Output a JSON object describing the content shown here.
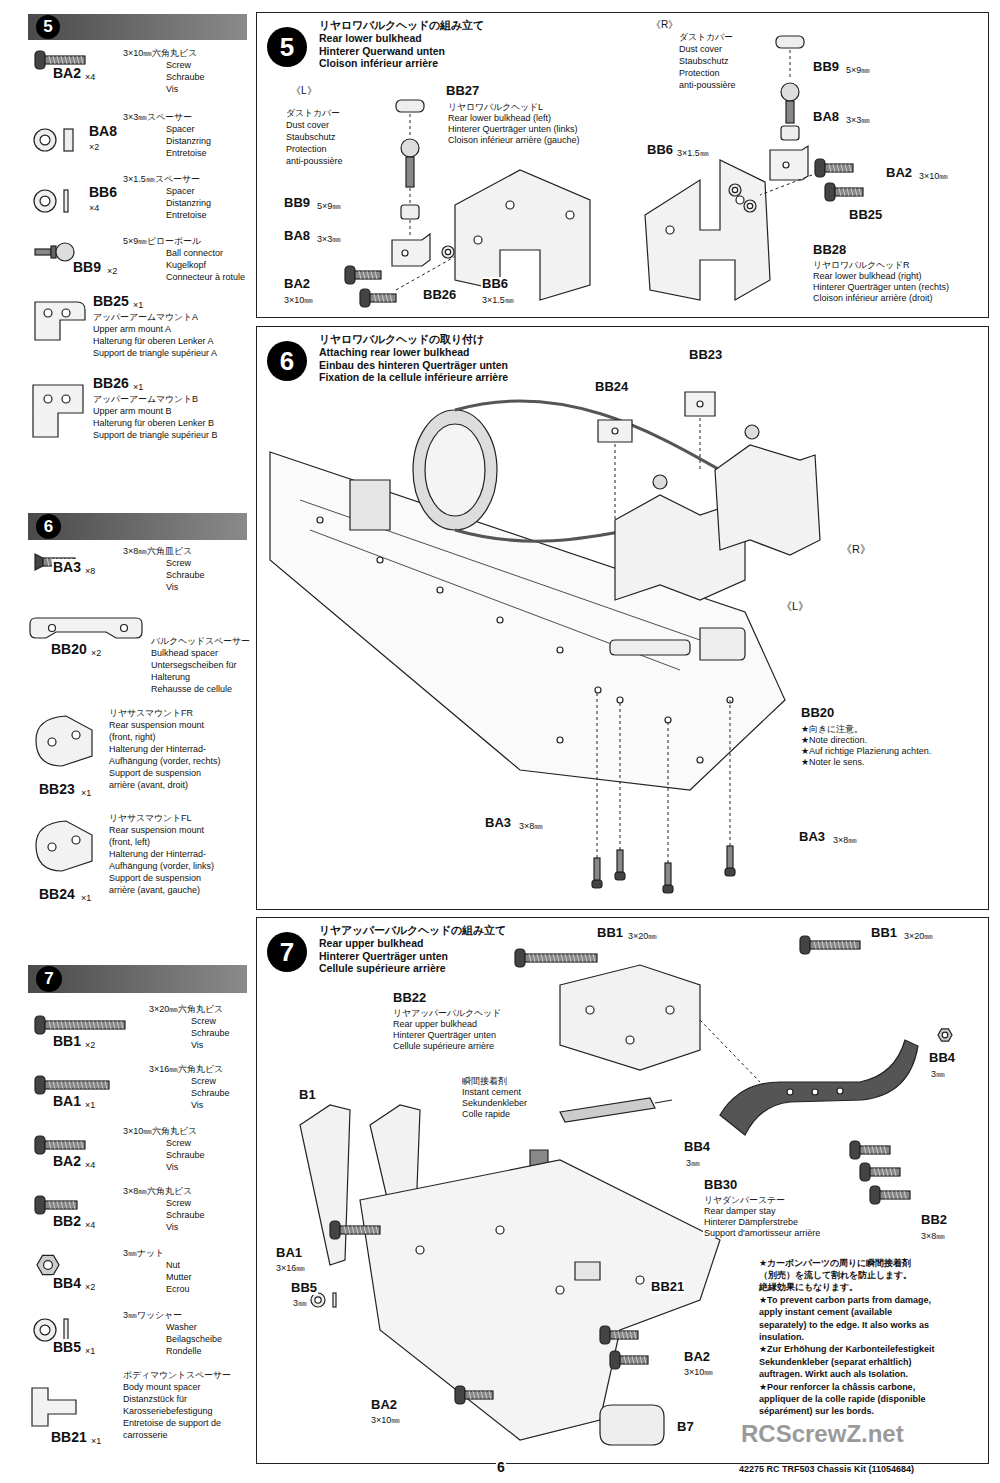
{
  "diagram": {
    "nodes": [
      {
        "text": [
          "5"
        ]
      },
      {
        "text": [
          "6"
        ]
      },
      {
        "text": [
          "7"
        ]
      },
      {
        "text": [
          "リヤロワバルクヘッドの組み立て",
          "Rear lower bulkhead",
          "Hinterer Querwand unten",
          "Cloison inférieur arrière"
        ]
      },
      {
        "text": [
          "5"
        ],
        "in": 3
      },
      {
        "text": [
          "リヤロワバルクヘッドの取り付け",
          "Attaching rear lower bulkhead",
          "Einbau des hinteren Querträger unten",
          "Fixation de la cellule inférieure arrière"
        ]
      },
      {
        "text": [
          "6"
        ],
        "in": 5
      },
      {
        "text": [
          "リヤアッパーバルクヘッドの組み立て",
          "Rear upper bulkhead",
          "Hinterer Querträger unten",
          "Cellule supérieure arrière"
        ]
      },
      {
        "text": [
          "7"
        ],
        "in": 7
      }
    ],
    "labels": [
      "BA2",
      "×4",
      "3×10㎜六角丸ビス",
      "Screw",
      "Schraube",
      "Vis",
      "BA8",
      "×2",
      "3×3㎜スペーサー",
      "Spacer",
      "Distanzring",
      "Entretoise",
      "BB6",
      "×4",
      "3×1.5㎜スペーサー",
      "Spacer",
      "Distanzring",
      "Entretoise",
      "BB9",
      "×2",
      "5×9㎜ピローボール",
      "Ball connector",
      "Kugelkopf",
      "Connecteur à rotule",
      "BB25",
      "×1",
      "アッパーアームマウントA",
      "Upper arm mount A",
      "Halterung für oberen Lenker A",
      "Support de triangle supérieur A",
      "BB26",
      "×1",
      "アッパーアームマウントB",
      "Upper arm mount B",
      "Halterung für oberen Lenker B",
      "Support de triangle supérieur B",
      "BA3",
      "×8",
      "3×8㎜六角皿ビス",
      "Screw",
      "Schraube",
      "Vis",
      "BB20",
      "×2",
      "バルクヘッドスペーサー",
      "Bulkhead spacer",
      "Untersegscheiben für",
      "Halterung",
      "Rehausse de cellule",
      "リヤサスマウントFR",
      "Rear suspension mount",
      "(front, right)",
      "Halterung der Hinterrad-",
      "Aufhängung (vorder, rechts)",
      "Support de suspension",
      "arrière (avant, droit)",
      "BB23",
      "×1",
      "リヤサスマウントFL",
      "Rear suspension mount",
      "(front, left)",
      "Halterung der Hinterrad-",
      "Aufhängung (vorder, links)",
      "Support de suspension",
      "arrière (avant, gauche)",
      "BB24",
      "×1",
      "BB1",
      "×2",
      "3×20㎜六角丸ビス",
      "Screw",
      "Schraube",
      "Vis",
      "BA1",
      "×1",
      "3×16㎜六角丸ビス",
      "Screw",
      "Schraube",
      "Vis",
      "BA2",
      "×4",
      "3×10㎜六角丸ビス",
      "Screw",
      "Schraube",
      "Vis",
      "BB2",
      "×4",
      "3×8㎜六角丸ビス",
      "Screw",
      "Schraube",
      "Vis",
      "BB4",
      "×2",
      "3㎜ナット",
      "Nut",
      "Mutter",
      "Ecrou",
      "BB5",
      "×1",
      "3㎜ワッシャー",
      "Washer",
      "Beilagscheibe",
      "Rondelle",
      "BB21",
      "×1",
      "ボディマウントスペーサー",
      "Body mount spacer",
      "Distanzstück für",
      "Karosseriebefestigung",
      "Entretoise de support de",
      "carrosserie",
      "《L》",
      "ダストカバー",
      "Dust cover",
      "Staubschutz",
      "Protection",
      "anti-poussière",
      "BB27",
      "リヤロワバルクヘッドL",
      "Rear lower bulkhead (left)",
      "Hinterer Querträger unten (links)",
      "Cloison inférieur arrière (gauche)",
      "BB9",
      "5×9㎜",
      "BA8",
      "3×3㎜",
      "BA2",
      "3×10㎜",
      "BB26",
      "BB6",
      "3×1.5㎜",
      "《R》",
      "ダストカバー",
      "Dust cover",
      "Staubschutz",
      "Protection",
      "anti-poussière",
      "BB9",
      "5×9㎜",
      "BA8",
      "3×3㎜",
      "BB6",
      "3×1.5㎜",
      "BA2",
      "3×10㎜",
      "BB25",
      "BB28",
      "リヤロワバルクヘッドR",
      "Rear lower bulkhead (right)",
      "Hinterer Querträger unten (rechts)",
      "Cloison inférieur arrière (droit)",
      "BB23",
      "BB24",
      "《R》",
      "《L》",
      "BB20",
      "★向きに注意。",
      "★Note direction.",
      "★Auf richtige Plazierung achten.",
      "★Noter le sens.",
      "BA3",
      "3×8㎜",
      "BA3",
      "3×8㎜",
      "BB1",
      "3×20㎜",
      "BB1",
      "3×20㎜",
      "BB22",
      "リヤアッパーバルクヘッド",
      "Rear upper bulkhead",
      "Hinterer Querträger unten",
      "Cellule supérieure arrière",
      "瞬間接着剤",
      "Instant cement",
      "Sekundenkleber",
      "Colle rapide",
      "BB4",
      "3㎜",
      "BB4",
      "3㎜",
      "BB30",
      "リヤダンパーステー",
      "Rear damper stay",
      "Hinterer Dämpferstrebe",
      "Support d'amortisseur arrière",
      "BB2",
      "3×8㎜",
      "B1",
      "BA1",
      "3×16㎜",
      "BB5",
      "3㎜",
      "BB21",
      "BA2",
      "3×10㎜",
      "BA2",
      "3×10㎜",
      "B7",
      "★カーボンパーツの周りに瞬間接着剤",
      "（別売）を流して割れを防止します。",
      "絶縁効果にもなります。",
      "★To prevent carbon parts from damage,",
      "apply instant cement (available",
      "separately) to the edge. It also works as",
      "insulation.",
      "★Zur Erhöhung der Karbonteilefestigkeit",
      "Sekundenkleber (separat erhältlich)",
      "auftragen. Wirkt auch als Isolation.",
      "★Pour renforcer la châssis carbone,",
      "appliquer de la colle rapide (disponible",
      "séparément) sur les bords.",
      "RCScrewZ.net",
      "6",
      "42275 RC TRF503 Chassis Kit (11054684)"
    ]
  }
}
